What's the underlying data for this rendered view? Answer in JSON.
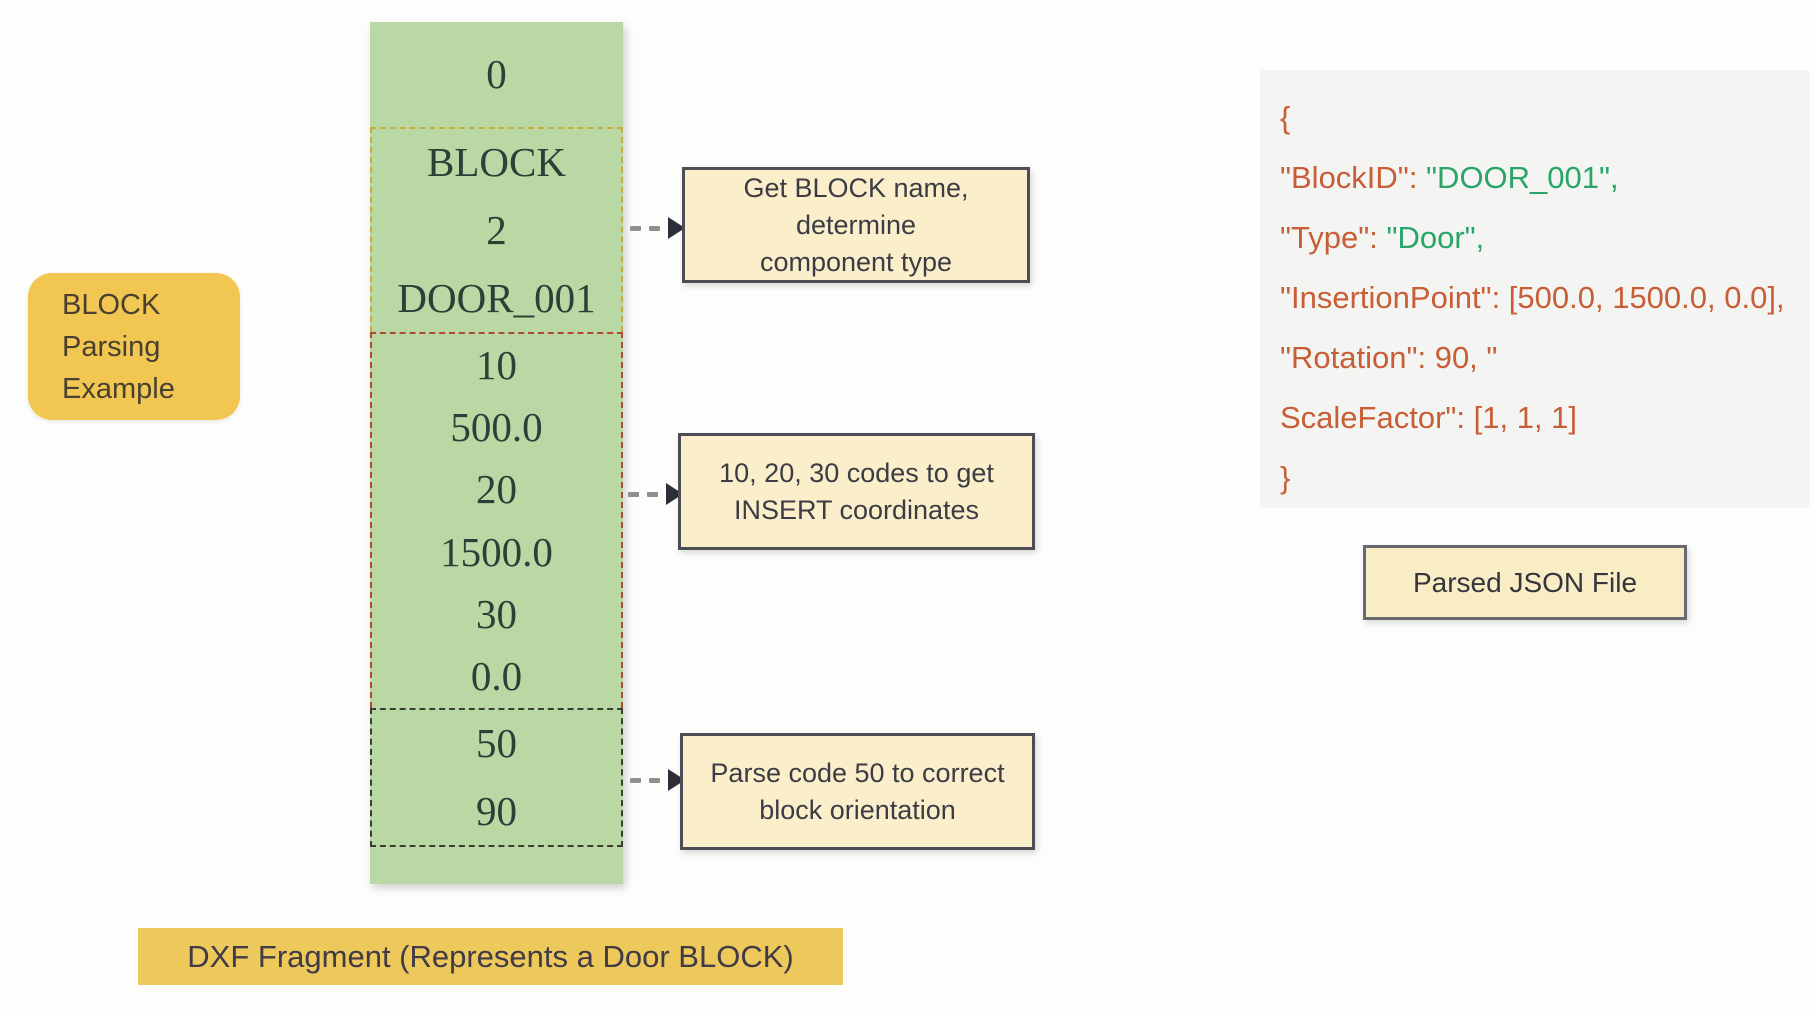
{
  "left_label": {
    "lines": [
      "BLOCK",
      "Parsing",
      "Example"
    ]
  },
  "dxf_column": {
    "sections": [
      {
        "name": "entity-type-code",
        "rows": [
          "0"
        ]
      },
      {
        "name": "block-name-group",
        "rows": [
          "BLOCK",
          "2",
          "DOOR_001"
        ]
      },
      {
        "name": "insert-coordinates-group",
        "rows": [
          "10",
          "500.0",
          "20",
          "1500.0",
          "30",
          "0.0"
        ]
      },
      {
        "name": "rotation-group",
        "rows": [
          "50",
          "90"
        ]
      }
    ]
  },
  "callouts": [
    {
      "line1": "Get BLOCK name, determine",
      "line2": "component type"
    },
    {
      "line1": "10, 20, 30 codes to get",
      "line2": "INSERT coordinates"
    },
    {
      "line1": "Parse code 50 to correct",
      "line2": "block orientation"
    }
  ],
  "json_panel": {
    "lines": [
      [
        {
          "text": "{",
          "color": "orange"
        }
      ],
      [
        {
          "text": "\"BlockID\": ",
          "color": "orange"
        },
        {
          "text": "\"DOOR_001\",",
          "color": "green"
        }
      ],
      [
        {
          "text": "\"Type\": ",
          "color": "orange"
        },
        {
          "text": "\"Door\",",
          "color": "green"
        }
      ],
      [
        {
          "text": "\"InsertionPoint\": [500.0, 1500.0, 0.0],",
          "color": "orange"
        }
      ],
      [
        {
          "text": "\"Rotation\": 90, \"",
          "color": "orange"
        }
      ],
      [
        {
          "text": "ScaleFactor\": [1, 1, 1]",
          "color": "orange"
        }
      ],
      [
        {
          "text": "}",
          "color": "orange"
        }
      ]
    ]
  },
  "parsed_json_label": "Parsed JSON File",
  "bottom_caption": "DXF Fragment (Represents a Door BLOCK)",
  "colors": {
    "column_green": "#bad8a4",
    "gold": "#f1c752",
    "cream": "#fbeeca",
    "json_orange": "#c75e36",
    "json_green": "#29a568",
    "dash_yellow": "#c4ae3e",
    "dash_red": "#b04a30",
    "dash_dark": "#3c3c33"
  }
}
